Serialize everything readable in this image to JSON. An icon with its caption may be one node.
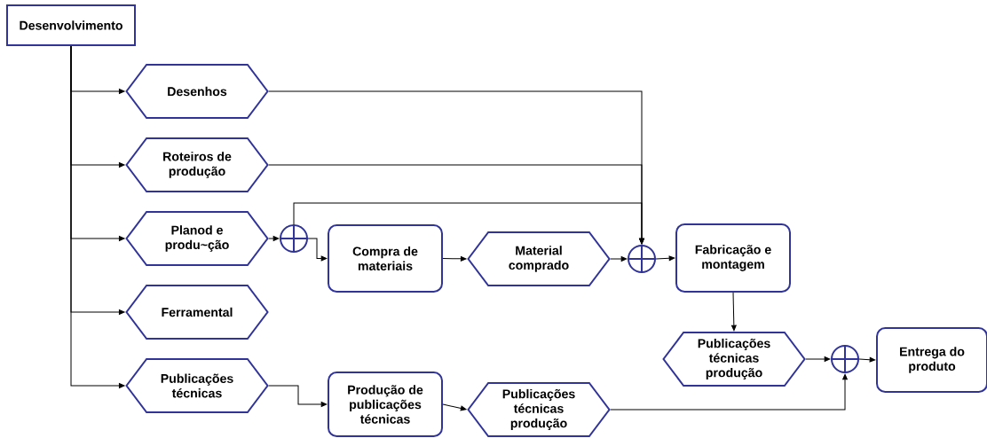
{
  "diagram": {
    "nodes": [
      {
        "text": [
          "Desenvolvimento"
        ]
      },
      {
        "text": [
          "Desenhos"
        ]
      },
      {
        "text": [
          "Roteiros de produção"
        ]
      },
      {
        "text": [
          "Planod e produ~ção"
        ]
      },
      {
        "text": [
          "Ferramental"
        ]
      },
      {
        "text": [
          "Publicações técnicas"
        ]
      },
      {
        "text": [],
        "shape": "circle"
      },
      {
        "text": [
          "Compra de materiais"
        ]
      },
      {
        "text": [
          "Material comprado"
        ]
      },
      {
        "text": [],
        "shape": "circle"
      },
      {
        "text": [
          "Fabricação e montagem"
        ]
      },
      {
        "text": [
          "Publicações técnicas produção"
        ]
      },
      {
        "text": [],
        "shape": "circle"
      },
      {
        "text": [
          "Entrega do produto"
        ]
      },
      {
        "text": [
          "Produção de publicações técnicas"
        ]
      },
      {
        "text": [
          "Publicações técnicas produção"
        ]
      }
    ],
    "edges": [
      {
        "from": 0,
        "to": 1,
        "arrow": "to"
      },
      {
        "from": 0,
        "to": 2,
        "arrow": "to"
      },
      {
        "from": 0,
        "to": 3,
        "arrow": "to"
      },
      {
        "from": 0,
        "to": 4,
        "arrow": "to"
      },
      {
        "from": 0,
        "to": 5,
        "arrow": "to"
      },
      {
        "from": 1,
        "to": 9,
        "arrow": "to"
      },
      {
        "from": 2,
        "to": 9,
        "arrow": "to"
      },
      {
        "from": 3,
        "to": 6,
        "arrow": "to"
      },
      {
        "from": 6,
        "to": 9,
        "arrow": "to"
      },
      {
        "from": 6,
        "to": 7,
        "arrow": "to"
      },
      {
        "from": 7,
        "to": 8,
        "arrow": "to"
      },
      {
        "from": 8,
        "to": 9,
        "arrow": "to"
      },
      {
        "from": 9,
        "to": 10,
        "arrow": "to"
      },
      {
        "from": 10,
        "to": 11,
        "arrow": "to"
      },
      {
        "from": 11,
        "to": 12,
        "arrow": "to"
      },
      {
        "from": 12,
        "to": 13,
        "arrow": "to"
      },
      {
        "from": 5,
        "to": 14,
        "arrow": "to"
      },
      {
        "from": 14,
        "to": 15,
        "arrow": "to"
      },
      {
        "from": 15,
        "to": 12,
        "arrow": "to"
      }
    ]
  }
}
